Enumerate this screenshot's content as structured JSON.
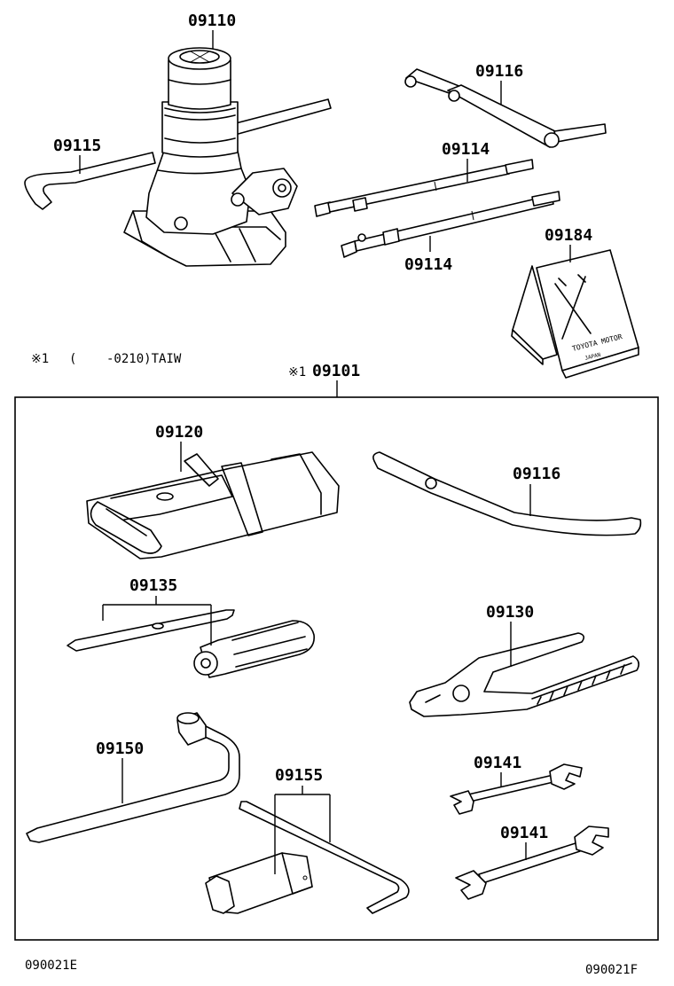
{
  "labels": {
    "jack": "09110",
    "jack_handle": "09115",
    "handle_top": "09116",
    "ext_bar_upper": "09114",
    "ext_bar_lower": "09114",
    "wheel_chock": "09184",
    "tool_kit": "09101",
    "tool_bag": "09120",
    "handle_bent": "09116",
    "screwdriver": "09135",
    "pliers": "09130",
    "lug_wrench": "09150",
    "plug_wrench": "09155",
    "wrench_small": "09141",
    "wrench_large": "09141"
  },
  "chock_text": {
    "line1": "TOYOTA MOTOR",
    "line2": "JAPAN"
  },
  "note": {
    "marker": "※1",
    "open_paren": "(",
    "range": "-0210)TAIW"
  },
  "kit_marker": "※1",
  "footer": {
    "left": "090021E",
    "right": "090021F"
  }
}
